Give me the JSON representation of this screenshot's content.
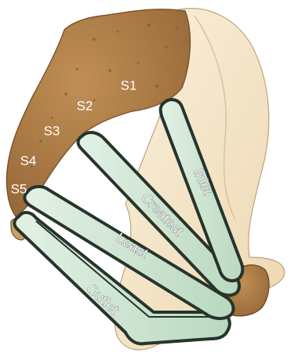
{
  "vertebrae": {
    "s1": "S1",
    "s2": "S2",
    "s3": "S3",
    "s4": "S4",
    "s5": "S5"
  },
  "planes": {
    "inlet": "Inlet",
    "greatest": "Createst",
    "least": "Least",
    "outlet": "Outlet"
  },
  "colors": {
    "bone": "#a87a45",
    "pelvis": "#f6e8cc",
    "plane_fill": "#cfe6d3",
    "plane_edge": "#26342c",
    "background": "#ffffff"
  }
}
